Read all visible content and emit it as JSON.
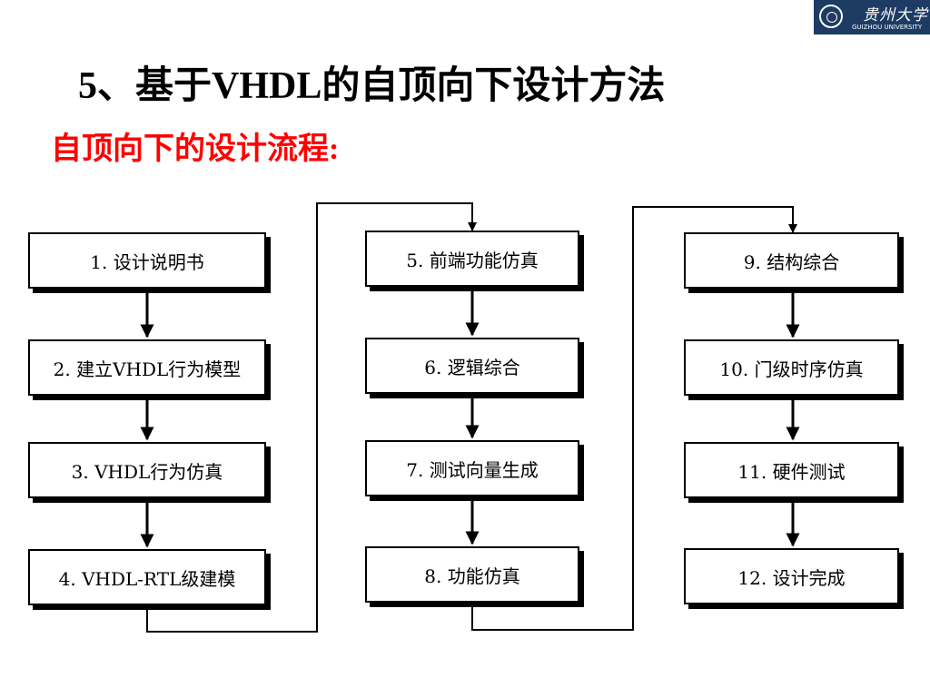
{
  "logo": {
    "name_cn": "贵州大学",
    "name_en": "GUIZHOU UNIVERSITY"
  },
  "title": "5、基于VHDL的自顶向下设计方法",
  "subtitle": "自顶向下的设计流程:",
  "flow": {
    "steps": [
      "1. 设计说明书",
      "2. 建立VHDL行为模型",
      "3. VHDL行为仿真",
      "4. VHDL-RTL级建模",
      "5. 前端功能仿真",
      "6. 逻辑综合",
      "7. 测试向量生成",
      "8. 功能仿真",
      "9. 结构综合",
      "10. 门级时序仿真",
      "11. 硬件测试",
      "12. 设计完成"
    ]
  }
}
